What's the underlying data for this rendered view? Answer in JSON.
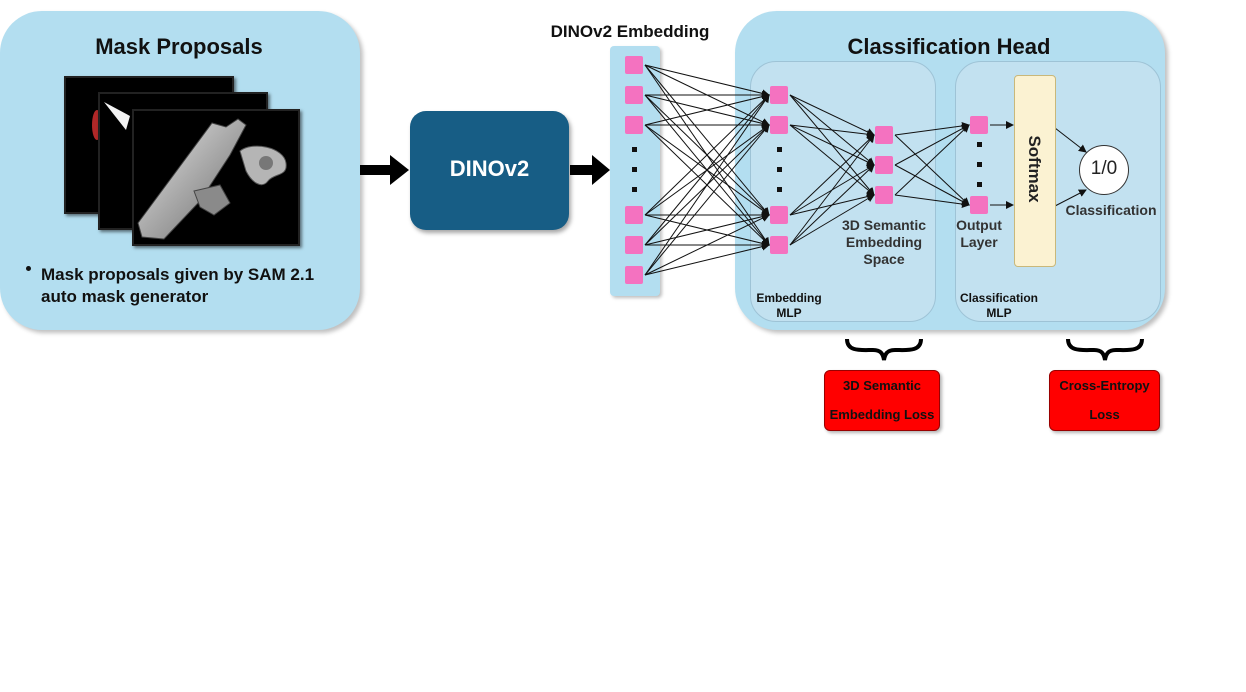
{
  "mask_panel": {
    "title": "Mask Proposals",
    "bullet_line1": "Mask proposals given by SAM 2.1",
    "bullet_line2": "auto mask generator"
  },
  "dino_box": {
    "label": "DINOv2"
  },
  "embedding": {
    "title": "DINOv2 Embedding"
  },
  "class_head": {
    "title": "Classification Head",
    "semantic_line1": "3D Semantic",
    "semantic_line2": "Embedding",
    "semantic_line3": "Space",
    "output_line1": "Output",
    "output_line2": "Layer",
    "softmax": "Softmax",
    "binary_output": "1/0",
    "classification": "Classification",
    "embedding_mlp_line1": "Embedding",
    "embedding_mlp_line2": "MLP",
    "classification_mlp_line1": "Classification",
    "classification_mlp_line2": "MLP"
  },
  "losses": {
    "semantic_line1": "3D Semantic",
    "semantic_line2": "Embedding Loss",
    "ce_line1": "Cross-Entropy",
    "ce_line2": "Loss"
  },
  "colors": {
    "panel": "#b3def0",
    "dino_box": "#175d85",
    "node": "#f472c0",
    "softmax": "#fbf2d2",
    "loss": "#ff0000"
  }
}
